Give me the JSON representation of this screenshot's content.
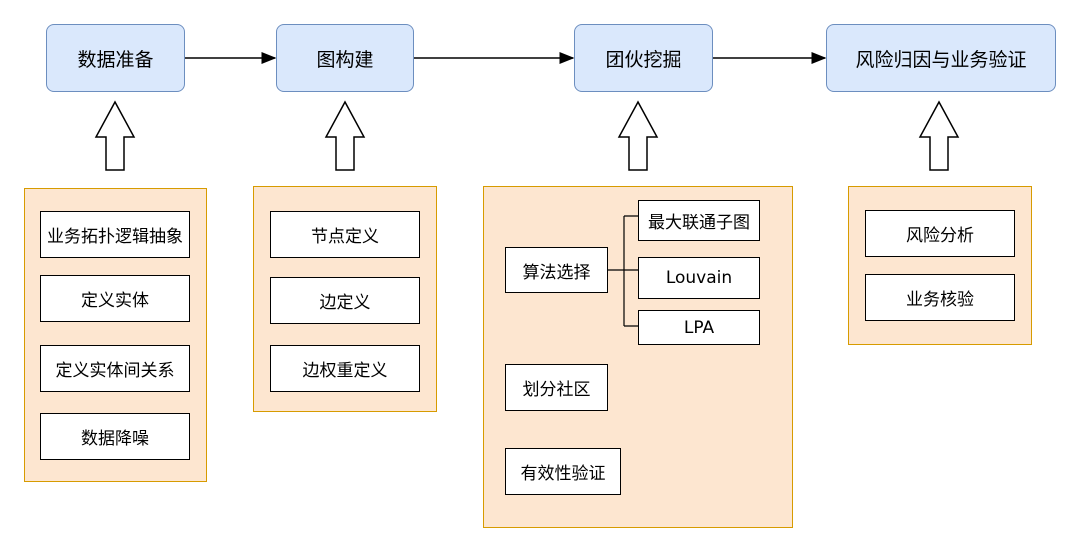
{
  "stages": [
    {
      "label": "数据准备"
    },
    {
      "label": "图构建"
    },
    {
      "label": "团伙挖掘"
    },
    {
      "label": "风险归因与业务验证"
    }
  ],
  "data_prep": {
    "items": [
      "业务拓扑逻辑抽象",
      "定义实体",
      "定义实体间关系",
      "数据降噪"
    ]
  },
  "graph_build": {
    "items": [
      "节点定义",
      "边定义",
      "边权重定义"
    ]
  },
  "gang_mining": {
    "algorithm_label": "算法选择",
    "algorithms": [
      "最大联通子图",
      "Louvain",
      "LPA"
    ],
    "community_label": "划分社区",
    "validation_label": "有效性验证"
  },
  "risk_attribution": {
    "items": [
      "风险分析",
      "业务核验"
    ]
  },
  "colors": {
    "stage_fill": "#dae8fc",
    "stage_stroke": "#6c8ebf",
    "panel_fill": "#fde6d0",
    "panel_stroke": "#d79b00"
  }
}
